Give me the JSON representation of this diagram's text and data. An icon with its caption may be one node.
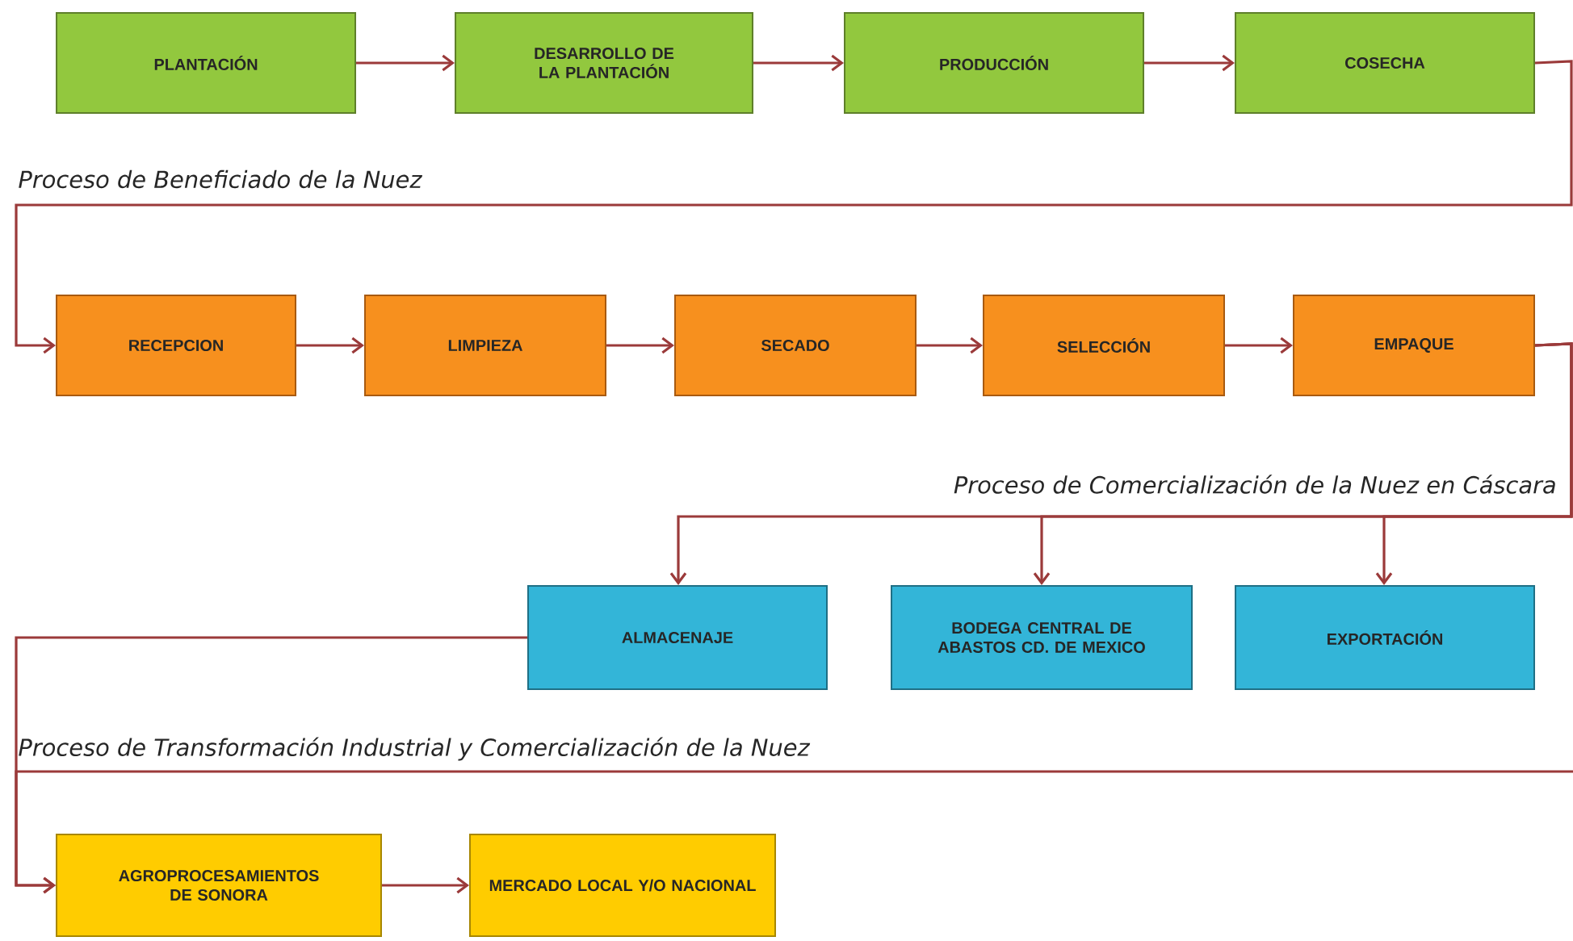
{
  "diagram": {
    "nodes": [
      {
        "text": [
          "PLANTACIÓN"
        ]
      },
      {
        "text": [
          "DESARROLLO DE LA PLANTACIÓN"
        ]
      },
      {
        "text": [
          "PRODUCCIÓN"
        ]
      },
      {
        "text": [
          "COSECHA"
        ]
      },
      {
        "text": [
          "RECEPCION"
        ]
      },
      {
        "text": [
          "LIMPIEZA"
        ]
      },
      {
        "text": [
          "SECADO"
        ]
      },
      {
        "text": [
          "SELECCIÓN"
        ]
      },
      {
        "text": [
          "EMPAQUE"
        ]
      },
      {
        "text": [
          "ALMACENAJE"
        ]
      },
      {
        "text": [
          "BODEGA CENTRAL DE ABASTOS CD. DE MEXICO"
        ]
      },
      {
        "text": [
          "EXPORTACIÓN"
        ]
      },
      {
        "text": [
          "AGROPROCESAMIENTOS DE SONORA"
        ]
      },
      {
        "text": [
          "MERCADO LOCAL Y/O NACIONAL"
        ]
      }
    ],
    "edges": [
      {
        "from": 0,
        "to": 1,
        "arrow": "to"
      },
      {
        "from": 1,
        "to": 2,
        "arrow": "to"
      },
      {
        "from": 2,
        "to": 3,
        "arrow": "to"
      },
      {
        "from": 3,
        "to": 4,
        "arrow": "to"
      },
      {
        "from": 4,
        "to": 5,
        "arrow": "to"
      },
      {
        "from": 5,
        "to": 6,
        "arrow": "to"
      },
      {
        "from": 6,
        "to": 7,
        "arrow": "to"
      },
      {
        "from": 7,
        "to": 8,
        "arrow": "to"
      },
      {
        "from": 8,
        "to": 9,
        "arrow": "to"
      },
      {
        "from": 8,
        "to": 10,
        "arrow": "to"
      },
      {
        "from": 8,
        "to": 11,
        "arrow": "to"
      },
      {
        "from": 9,
        "to": 12,
        "arrow": "to"
      },
      {
        "from": null,
        "to": 12,
        "arrow": "to"
      },
      {
        "from": 12,
        "to": 13,
        "arrow": "to"
      }
    ],
    "labels": [
      "Proceso de Beneficiado de la Nuez",
      "Proceso de Comercialización de la Nuez en Cáscara",
      "Proceso de Transformación Industrial y Comercialización de la Nuez"
    ]
  }
}
